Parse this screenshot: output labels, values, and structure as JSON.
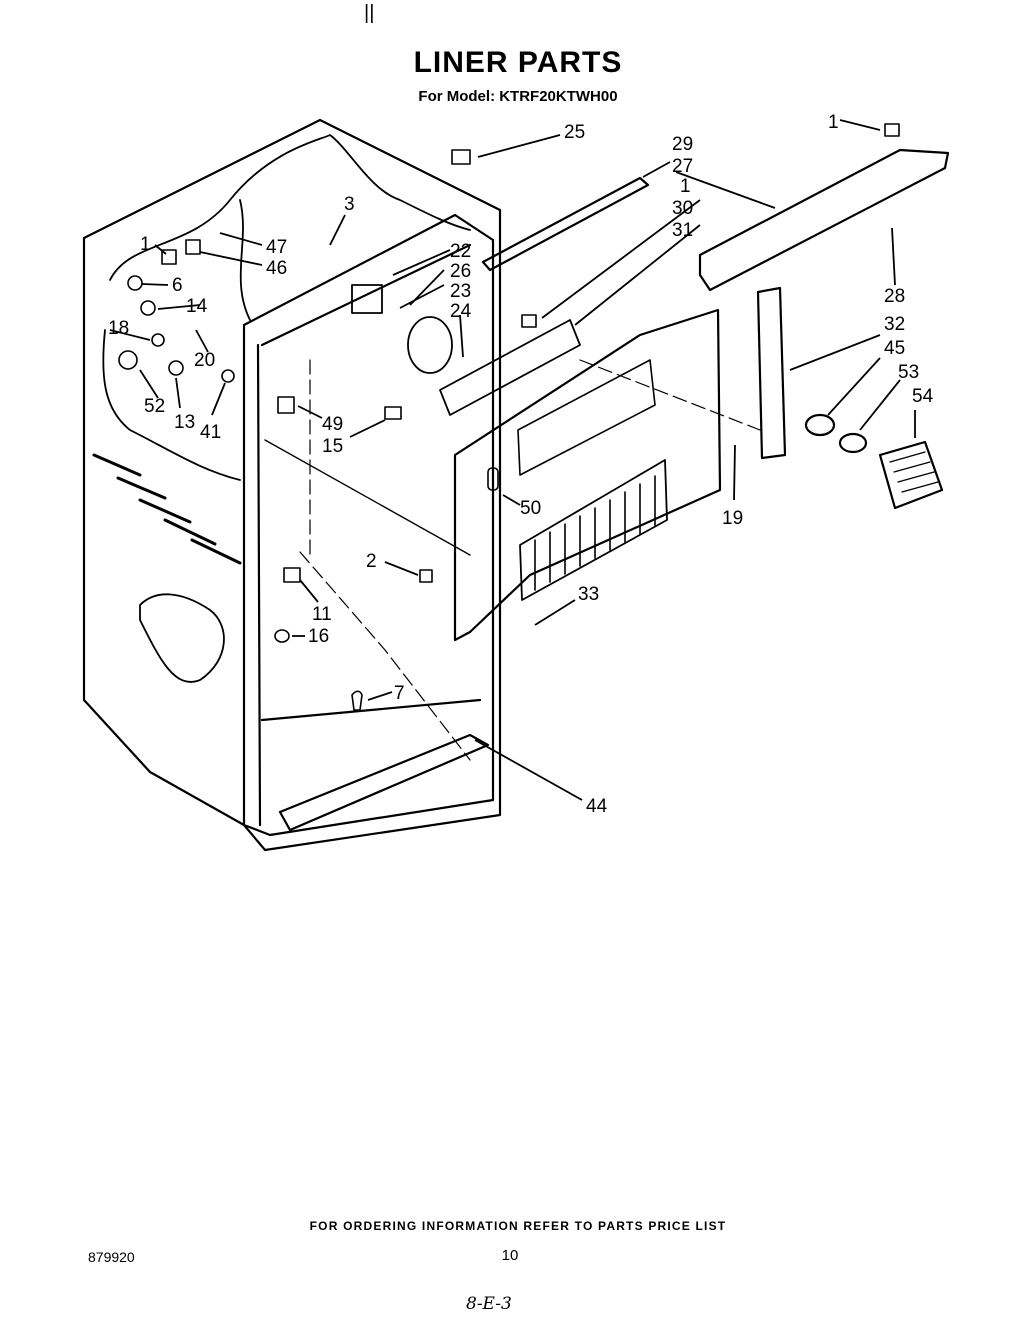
{
  "header": {
    "mark": "||",
    "title": "LINER PARTS",
    "subtitle": "For Model: KTRF20KTWH00"
  },
  "callouts": {
    "c1a": "1",
    "c25": "25",
    "c29": "29",
    "c27": "27",
    "c1b": "1",
    "c30": "30",
    "c31": "31",
    "c3": "3",
    "c47": "47",
    "c46": "46",
    "c1c": "1",
    "c6": "6",
    "c14": "14",
    "c18": "18",
    "c20": "20",
    "c52": "52",
    "c13": "13",
    "c41": "41",
    "c22": "22",
    "c26": "26",
    "c23": "23",
    "c24": "24",
    "c49": "49",
    "c15": "15",
    "c28": "28",
    "c32": "32",
    "c45": "45",
    "c53": "53",
    "c54": "54",
    "c19": "19",
    "c50": "50",
    "c2": "2",
    "c33": "33",
    "c11": "11",
    "c16": "16",
    "c7": "7",
    "c44": "44"
  },
  "footer": {
    "ordering_note": "FOR ORDERING INFORMATION REFER TO PARTS PRICE LIST",
    "doc_number": "879920",
    "page_number": "10",
    "handwritten_note": "8-E-3"
  }
}
